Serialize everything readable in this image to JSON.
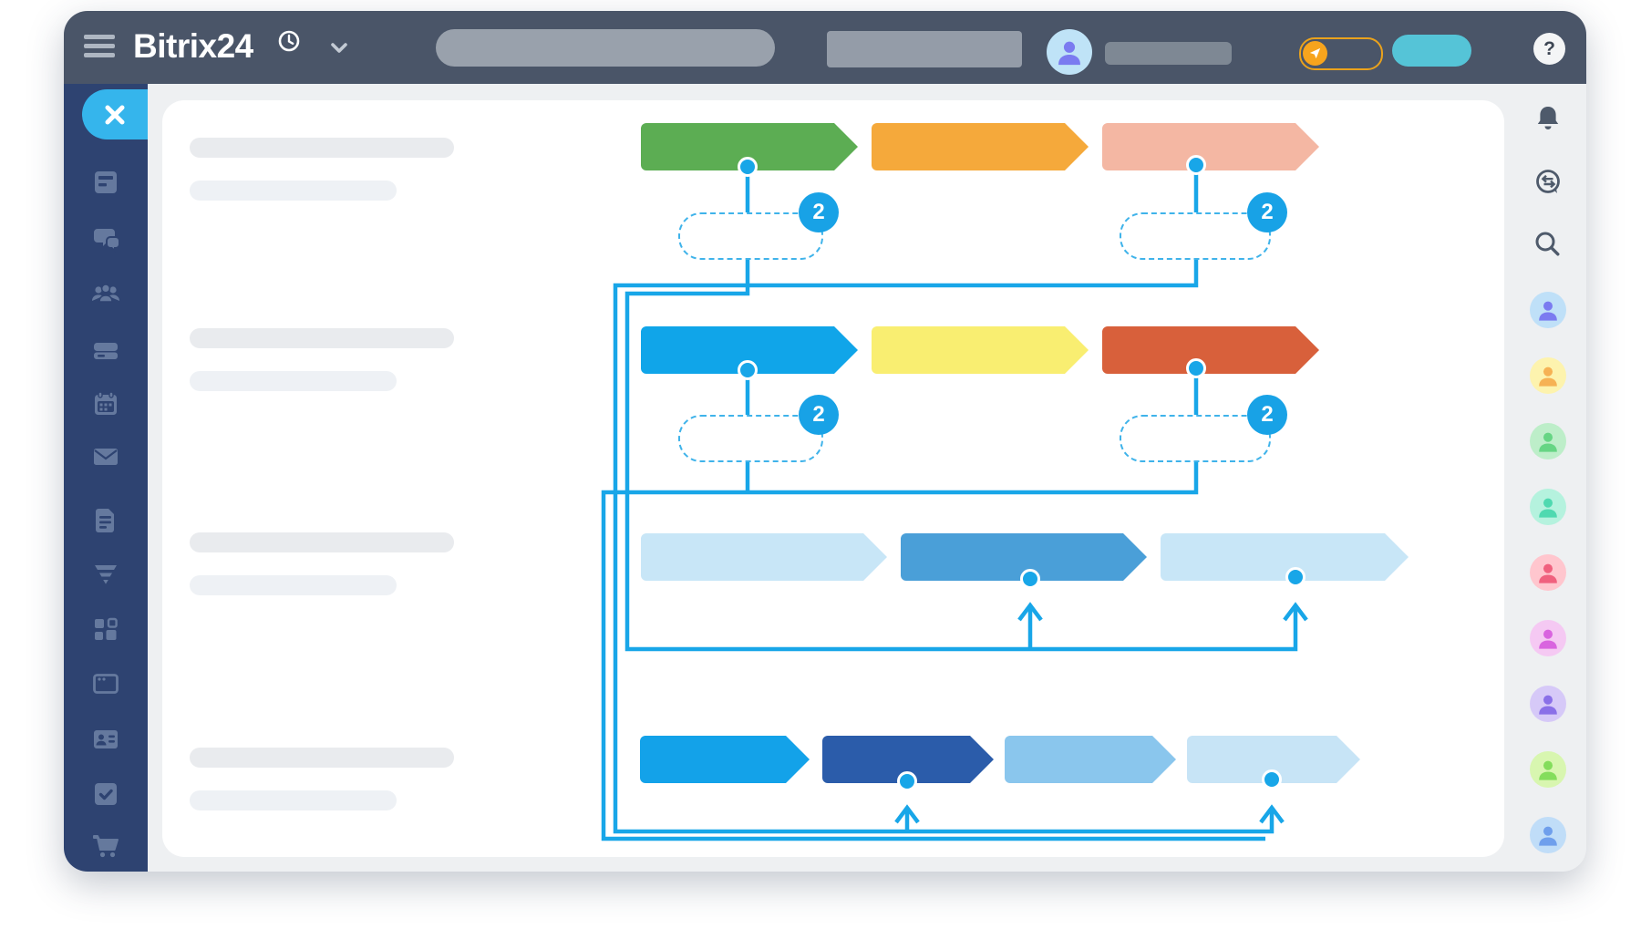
{
  "topbar": {
    "logo_text": "Bitrix24",
    "help_label": "?",
    "colors": {
      "bar": "#4a5568",
      "teal_button": "#55c4d7",
      "toggle_orange": "#f7a41d",
      "toggle_ring": "#eaa21c"
    }
  },
  "sidebar": {
    "bg": "#2e4371",
    "close_color": "#35b5ec",
    "items": [
      {
        "name": "live-feed"
      },
      {
        "name": "messenger"
      },
      {
        "name": "employees"
      },
      {
        "name": "drive"
      },
      {
        "name": "calendar"
      },
      {
        "name": "mail"
      },
      {
        "name": "documents"
      },
      {
        "name": "crm-funnel"
      },
      {
        "name": "applications"
      },
      {
        "name": "sites"
      },
      {
        "name": "contacts"
      },
      {
        "name": "tasks"
      },
      {
        "name": "store"
      }
    ]
  },
  "right_rail": {
    "icons": [
      {
        "name": "notifications-bell"
      },
      {
        "name": "message-history"
      },
      {
        "name": "search"
      }
    ],
    "avatars": [
      {
        "bg": "#bfe0f8",
        "fg": "#7b7bf0"
      },
      {
        "bg": "#fdf3ae",
        "fg": "#f6b254"
      },
      {
        "bg": "#bdeec9",
        "fg": "#66d584"
      },
      {
        "bg": "#b5f2de",
        "fg": "#4fd9b0"
      },
      {
        "bg": "#ffc6ce",
        "fg": "#f0617e"
      },
      {
        "bg": "#f5c9f3",
        "fg": "#d964df"
      },
      {
        "bg": "#d6c9f8",
        "fg": "#8a70e8"
      },
      {
        "bg": "#d8f6b0",
        "fg": "#84dd5c"
      },
      {
        "bg": "#c0ddf8",
        "fg": "#6f9fec"
      }
    ]
  },
  "flow": {
    "connector_color": "#18a6e8",
    "badge_color": "#18a2e6",
    "badges": [
      {
        "value": "2"
      },
      {
        "value": "2"
      },
      {
        "value": "2"
      },
      {
        "value": "2"
      }
    ],
    "rows": [
      {
        "chevrons": [
          {
            "color": "#5cad53"
          },
          {
            "color": "#f5a93b"
          },
          {
            "color": "#f4b7a3"
          }
        ]
      },
      {
        "chevrons": [
          {
            "color": "#10a5e9"
          },
          {
            "color": "#f9ee71"
          },
          {
            "color": "#d8603b"
          }
        ]
      },
      {
        "chevrons": [
          {
            "color": "#c8e6f7"
          },
          {
            "color": "#4a9fd8"
          },
          {
            "color": "#c8e6f7"
          }
        ]
      },
      {
        "chevrons": [
          {
            "color": "#13a2e9"
          },
          {
            "color": "#2b5caa"
          },
          {
            "color": "#8ac6ed"
          },
          {
            "color": "#c7e4f6"
          }
        ]
      }
    ]
  },
  "skeleton": {
    "bar_dark": "#e9ebee",
    "bar_light": "#eef1f5"
  }
}
